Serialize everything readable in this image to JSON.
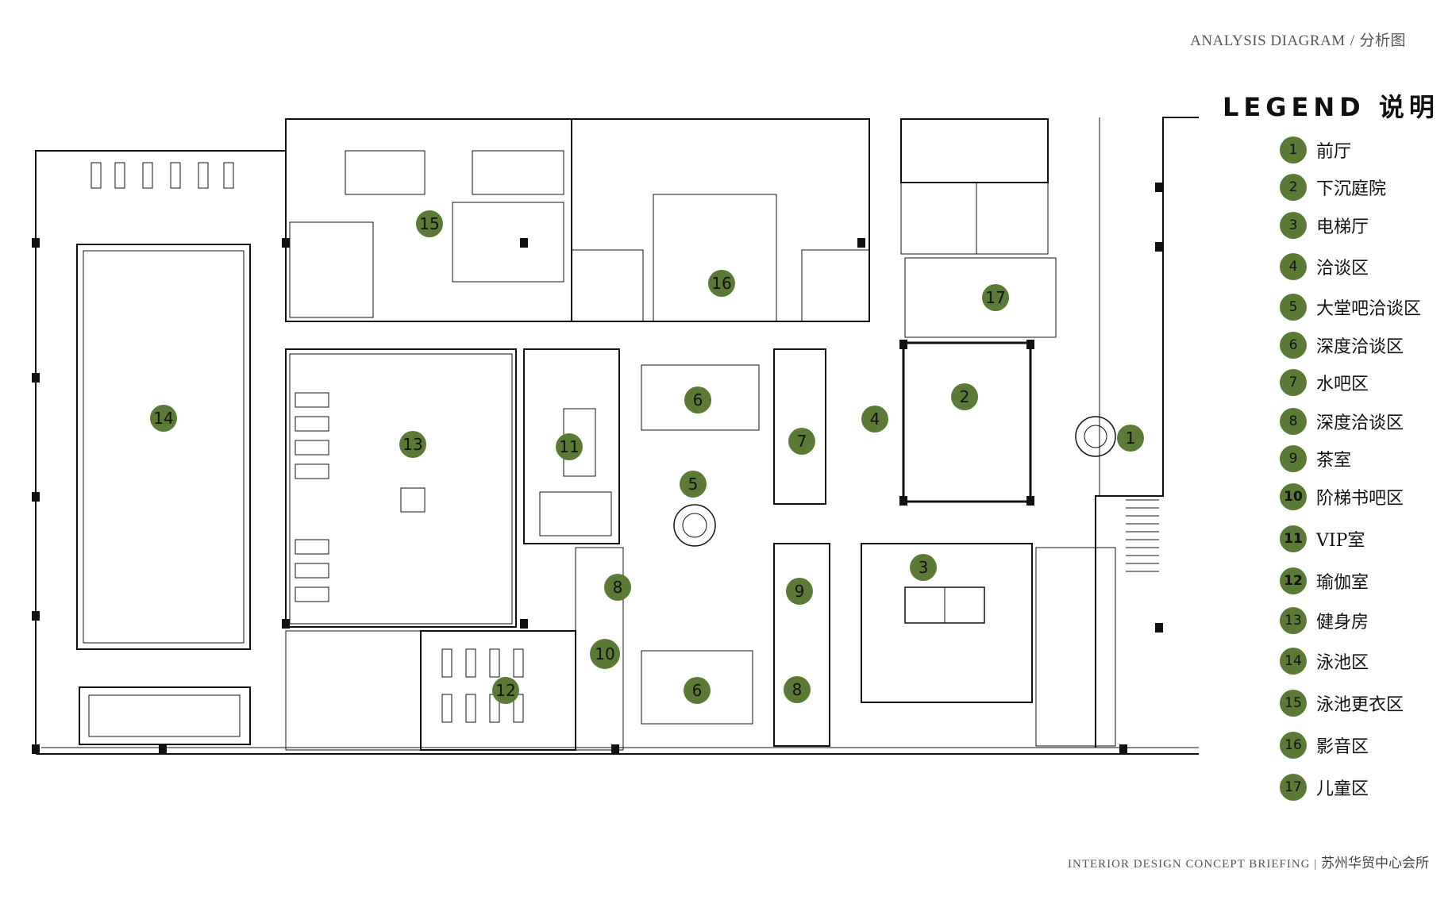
{
  "header": {
    "title_en": "ANALYSIS DIAGRAM",
    "separator": "/",
    "title_cn": "分析图"
  },
  "legend": {
    "title": "LEGEND 说明",
    "items": [
      {
        "num": "1",
        "label": "前厅"
      },
      {
        "num": "2",
        "label": "下沉庭院"
      },
      {
        "num": "3",
        "label": "电梯厅"
      },
      {
        "num": "4",
        "label": "洽谈区"
      },
      {
        "num": "5",
        "label": "大堂吧洽谈区"
      },
      {
        "num": "6",
        "label": "深度洽谈区"
      },
      {
        "num": "7",
        "label": "水吧区"
      },
      {
        "num": "8",
        "label": "深度洽谈区"
      },
      {
        "num": "9",
        "label": "茶室"
      },
      {
        "num": "10",
        "label": "阶梯书吧区"
      },
      {
        "num": "11",
        "label": "VIP室"
      },
      {
        "num": "12",
        "label": "瑜伽室"
      },
      {
        "num": "13",
        "label": "健身房"
      },
      {
        "num": "14",
        "label": "泳池区"
      },
      {
        "num": "15",
        "label": "泳池更衣区"
      },
      {
        "num": "16",
        "label": "影音区"
      },
      {
        "num": "17",
        "label": "儿童区"
      }
    ]
  },
  "plan": {
    "markers": [
      "1",
      "2",
      "3",
      "4",
      "5",
      "6",
      "6",
      "7",
      "8",
      "8",
      "9",
      "10",
      "11",
      "12",
      "13",
      "14",
      "15",
      "16",
      "17"
    ],
    "accent_color": "#5a7a35"
  },
  "footer": {
    "text_en": "INTERIOR DESIGN CONCEPT BRIEFING",
    "separator": "|",
    "text_cn": "苏州华贸中心会所"
  }
}
